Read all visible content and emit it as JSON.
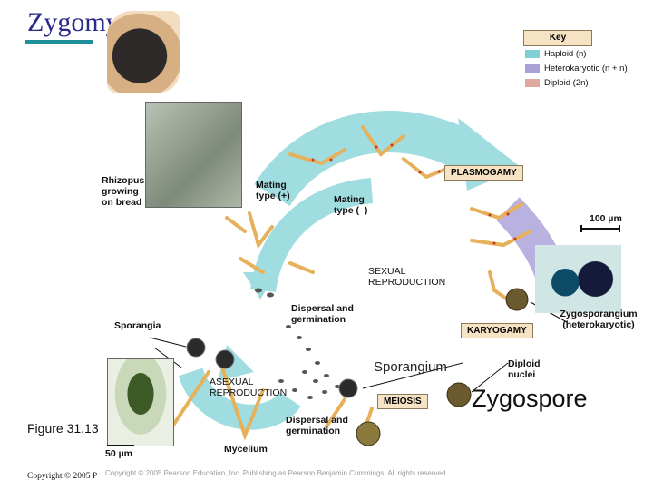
{
  "title": "Zygomycetes",
  "key": {
    "heading": "Key",
    "items": [
      {
        "label": "Haploid (n)",
        "color": "#7fd0d6"
      },
      {
        "label": "Heterokaryotic (n + n)",
        "color": "#a9a2d6"
      },
      {
        "label": "Diploid (2n)",
        "color": "#e0a8a0"
      }
    ]
  },
  "labels": {
    "rhizopus": "Rhizopus growing on bread",
    "mating_plus": "Mating type (+)",
    "mating_minus": "Mating type (–)",
    "plasmogamy": "PLASMOGAMY",
    "scale_100": "100 µm",
    "sexual_reproduction": "SEXUAL REPRODUCTION",
    "dispersal_top": "Dispersal and germination",
    "sporangia": "Sporangia",
    "karyogamy": "KARYOGAMY",
    "zygosporangium": "Zygosporangium (heterokaryotic)",
    "sporangium": "Sporangium",
    "diploid_nuclei": "Diploid nuclei",
    "asexual_reproduction": "ASEXUAL REPRODUCTION",
    "meiosis": "MEIOSIS",
    "zygospore": "Zygospore",
    "figure": "Figure 31.13",
    "dispersal_bottom": "Dispersal and germination",
    "scale_50": "50 µm",
    "mycelium": "Mycelium",
    "copyright_left": "Copyright © 2005 P",
    "copyright_right": "Copyright © 2005 Pearson Education, Inc. Publishing as Pearson Benjamin Cummings. All rights reserved."
  }
}
